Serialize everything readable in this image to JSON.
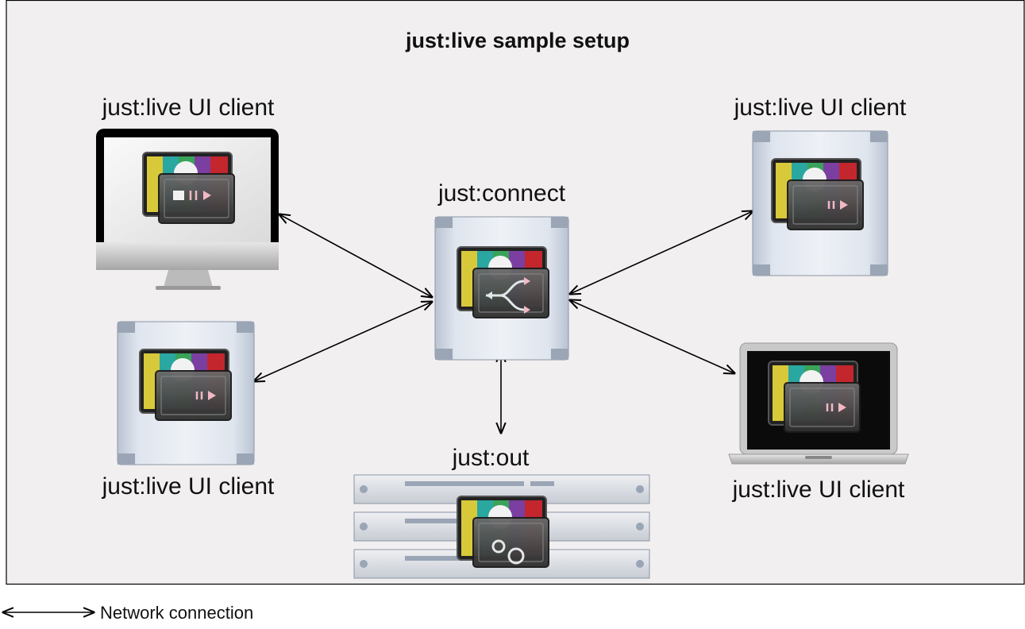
{
  "title": "just:live sample setup",
  "nodes": {
    "client_imac": "just:live UI client",
    "client_tower_left": "just:live UI client",
    "connect": "just:connect",
    "client_tower_right": "just:live UI client",
    "client_laptop": "just:live UI client",
    "out": "just:out"
  },
  "legend": {
    "label": "Network connection"
  },
  "colors": {
    "background": "#f1eff0",
    "border": "#000000",
    "arrow": "#000000",
    "bars": [
      "#d8c93a",
      "#2aa7a0",
      "#3aa35a",
      "#7a3fa1",
      "#c3262d"
    ]
  }
}
